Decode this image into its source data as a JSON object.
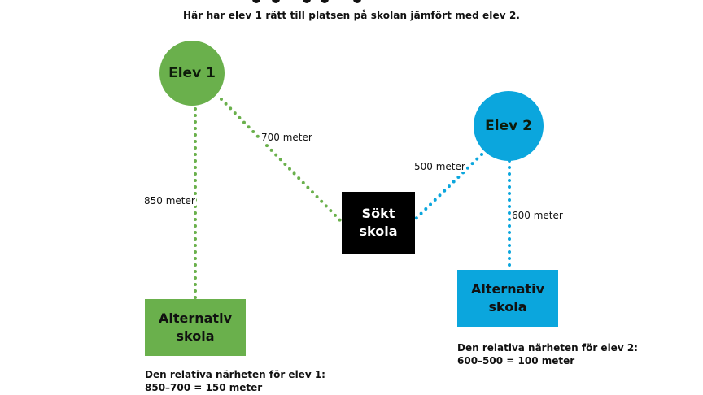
{
  "subtitle": "Här har elev 1 rätt till platsen på skolan jämfört med elev 2.",
  "colors": {
    "green": "#6ab04c",
    "blue": "#0ba6dd",
    "black": "#000000"
  },
  "nodes": {
    "elev1": "Elev 1",
    "elev2": "Elev 2",
    "sokt_skola_line1": "Sökt",
    "sokt_skola_line2": "skola",
    "alt1_line1": "Alternativ",
    "alt1_line2": "skola",
    "alt2_line1": "Alternativ",
    "alt2_line2": "skola"
  },
  "distances": {
    "elev1_alt": "850 meter",
    "elev1_sokt": "700 meter",
    "elev2_sokt": "500 meter",
    "elev2_alt": "600 meter"
  },
  "notes": {
    "elev1_line1": "Den relativa närheten för elev 1:",
    "elev1_line2": "850–700 = 150 meter",
    "elev2_line1": "Den relativa närheten för elev 2:",
    "elev2_line2": "600–500 = 100 meter"
  }
}
